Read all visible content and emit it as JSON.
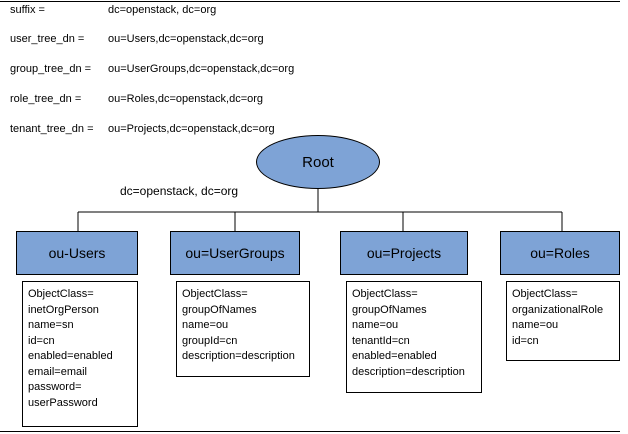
{
  "config": [
    {
      "key": "suffix =",
      "value": "dc=openstack, dc=org"
    },
    {
      "key": "user_tree_dn =",
      "value": "ou=Users,dc=openstack,dc=org"
    },
    {
      "key": "group_tree_dn =",
      "value": "ou=UserGroups,dc=openstack,dc=org"
    },
    {
      "key": "role_tree_dn =",
      "value": "ou=Roles,dc=openstack,dc=org"
    },
    {
      "key": "tenant_tree_dn =",
      "value": "ou=Projects,dc=openstack,dc=org"
    }
  ],
  "root": {
    "label": "Root",
    "dn": "dc=openstack, dc=org"
  },
  "nodes": [
    {
      "title": "ou-Users",
      "attributes": [
        "ObjectClass=",
        "inetOrgPerson",
        "name=sn",
        "id=cn",
        "enabled=enabled",
        "email=email",
        "password=",
        "userPassword"
      ]
    },
    {
      "title": "ou=UserGroups",
      "attributes": [
        "ObjectClass=",
        "groupOfNames",
        "name=ou",
        "groupId=cn",
        "description=description"
      ]
    },
    {
      "title": "ou=Projects",
      "attributes": [
        "ObjectClass=",
        "groupOfNames",
        "name=ou",
        "tenantId=cn",
        "enabled=enabled",
        "description=description"
      ]
    },
    {
      "title": "ou=Roles",
      "attributes": [
        "ObjectClass=",
        "organizationalRole",
        "name=ou",
        "id=cn"
      ]
    }
  ],
  "colors": {
    "node_fill": "#7ea3d6",
    "line": "#000000"
  }
}
